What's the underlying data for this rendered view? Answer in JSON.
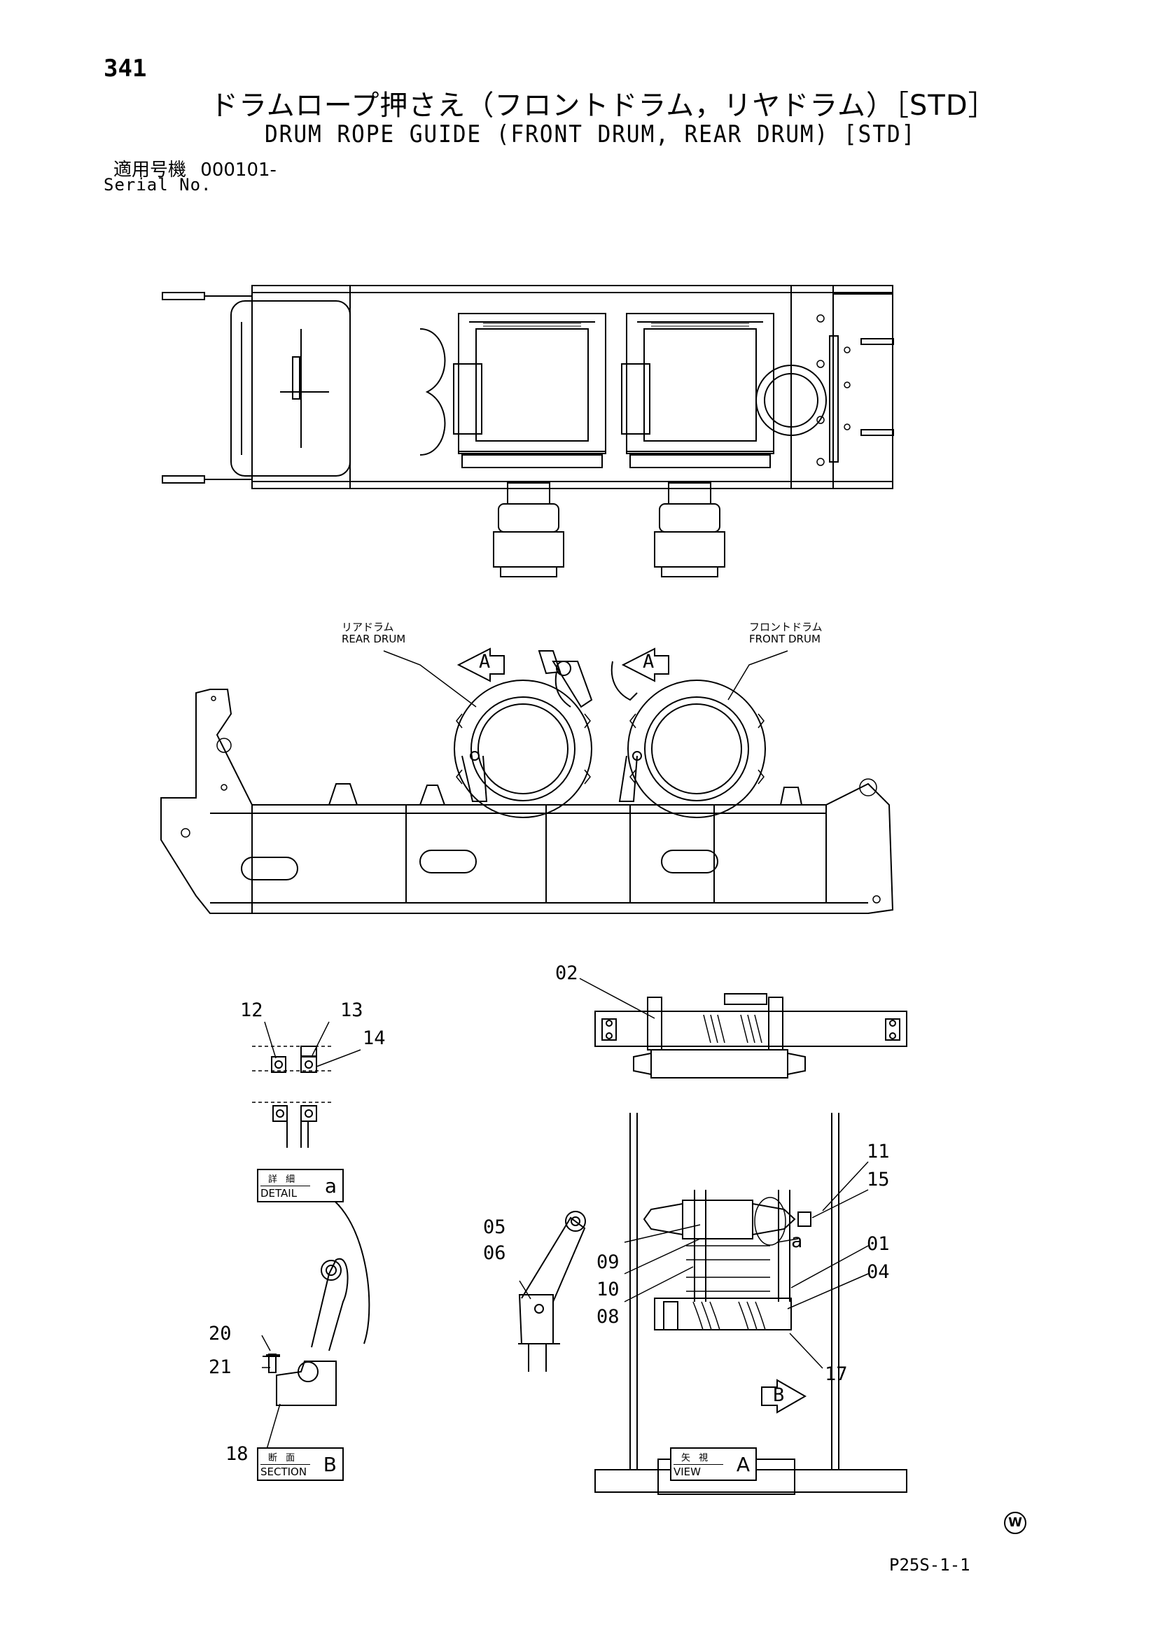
{
  "page_number": "341",
  "title_ja": "ドラムロープ押さえ（フロントドラム，リヤドラム）［STD］",
  "title_en": "DRUM ROPE GUIDE (FRONT DRUM, REAR DRUM) [STD]",
  "serial_label_ja": "適用号機",
  "serial_value": "000101-",
  "serial_label_en": "Serial No.",
  "drum_labels": {
    "rear_ja": "リアドラム",
    "rear_en": "REAR DRUM",
    "front_ja": "フロントドラム",
    "front_en": "FRONT DRUM"
  },
  "view_arrow_letter": "A",
  "section_arrow_letter": "B",
  "detail_ref_letter": "a",
  "callouts": [
    "02",
    "12",
    "13",
    "14",
    "11",
    "15",
    "05",
    "06",
    "09",
    "10",
    "08",
    "01",
    "04",
    "17",
    "20",
    "21",
    "18"
  ],
  "view_labels": {
    "detail": {
      "ja": "詳 細",
      "en": "DETAIL",
      "letter": "a"
    },
    "section": {
      "ja": "断 面",
      "en": "SECTION",
      "letter": "B"
    },
    "view": {
      "ja": "矢 視",
      "en": "VIEW",
      "letter": "A"
    }
  },
  "watermark_symbol": "W",
  "footer_code": "P25S-1-1"
}
